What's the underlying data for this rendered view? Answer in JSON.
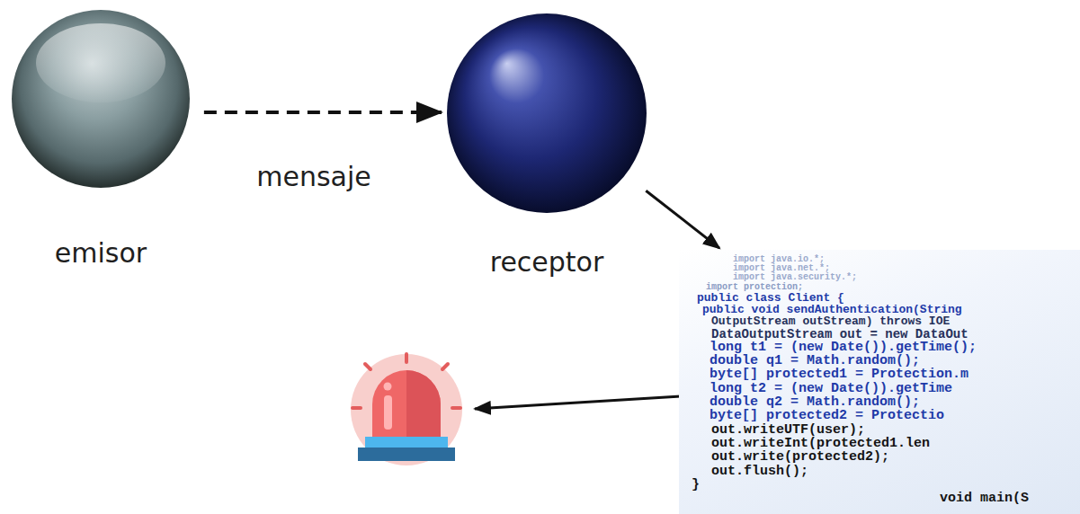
{
  "diagram": {
    "nodes": [
      {
        "text": [
          "emisor"
        ]
      },
      {
        "text": [
          "receptor"
        ]
      },
      {
        "text": [
          "import java.io.*;",
          "import java.net.*;",
          "import java.security.*;",
          "import protection;",
          "public class Client {",
          "public void sendAuthentication(String",
          "OutputStream outStream) throws IOE",
          "DataOutputStream out = new DataOut",
          "long t1 = (new Date()).getTime();",
          "double q1 = Math.random();",
          "byte[] protected1 = Protection.m",
          "long t2 = (new Date()).getTime",
          "double q2 = Math.random();",
          "byte[] protected2 = Protectio",
          "out.writeUTF(user);",
          "out.writeInt(protected1.len",
          "out.write(protected2);",
          "out.flush();",
          "}",
          "void main(S"
        ]
      }
    ],
    "edges": [
      {
        "from": 0,
        "to": 1,
        "arrow": "to",
        "label": "mensaje"
      },
      {
        "from": 1,
        "to": 2,
        "arrow": "to"
      }
    ]
  }
}
